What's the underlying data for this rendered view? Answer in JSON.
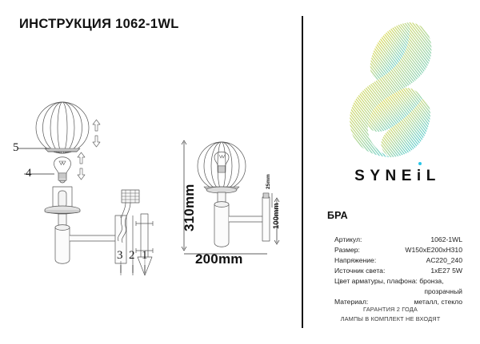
{
  "document": {
    "title": "ИНСТРУКЦИЯ 1062-1WL"
  },
  "assembly_diagram": {
    "name": "exploded-assembly-drawing",
    "callouts": [
      {
        "number": "5",
        "part": "glass-globe-shade"
      },
      {
        "number": "4",
        "part": "lamp-bulb"
      },
      {
        "number": "3",
        "part": "wall-mount-plate"
      },
      {
        "number": "2",
        "part": "wiring"
      },
      {
        "number": "1",
        "part": "mounting-screw-anchor"
      }
    ]
  },
  "dimension_diagram": {
    "name": "dimensioned-side-view",
    "height_label": "310mm",
    "width_label": "200mm",
    "bracket_depth_label": "100mm",
    "backplate_label": "25mm"
  },
  "brand": {
    "wordmark_part1": "SYNE",
    "wordmark_dotted_letter": "i",
    "wordmark_part2": "L",
    "logo_gradient_start": "#E4DC4E",
    "logo_gradient_end": "#3FCDE8"
  },
  "product": {
    "type": "БРА",
    "specs": [
      {
        "label": "Артикул:",
        "value": "1062-1WL"
      },
      {
        "label": "Размер:",
        "value": "W150xE200xH310"
      },
      {
        "label": "Напряжение:",
        "value": "AC220_240"
      },
      {
        "label": "Источник света:",
        "value": "1xE27 5W"
      }
    ],
    "color_spec": {
      "label": "Цвет арматуры, плафона: бронза,",
      "continuation": "прозрачный"
    },
    "material_spec": {
      "label": "Материал:",
      "value": "металл, стекло"
    }
  },
  "footer": {
    "warranty": "ГАРАНТИЯ 2 ГОДА",
    "lamps_note": "ЛАМПЫ В КОМПЛЕКТ НЕ ВХОДЯТ"
  }
}
